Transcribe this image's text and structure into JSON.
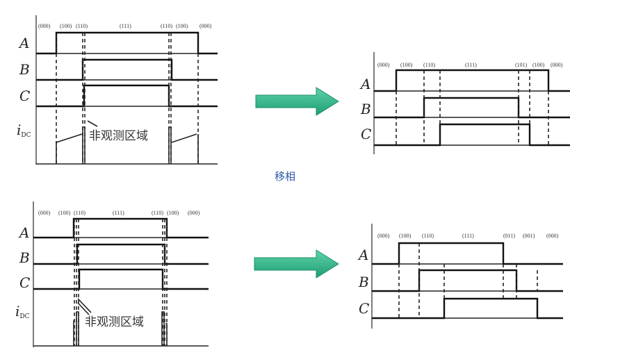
{
  "top_left": {
    "signals": [
      "A",
      "B",
      "C"
    ],
    "current_label": "i",
    "current_sub": "DC",
    "states": [
      "(000)",
      "(100)",
      "(110)",
      "(111)",
      "(110)",
      "(100)",
      "(000)"
    ],
    "annotation": "非观测区域"
  },
  "top_right": {
    "signals": [
      "A",
      "B",
      "C"
    ],
    "states": [
      "(000)",
      "(100)",
      "(110)",
      "(111)",
      "(101)",
      "(100)",
      "(000)"
    ]
  },
  "bottom_left": {
    "signals": [
      "A",
      "B",
      "C"
    ],
    "current_label": "i",
    "current_sub": "DC",
    "states": [
      "(000)",
      "(100)",
      "(110)",
      "(111)",
      "(110)",
      "(100)",
      "(000)"
    ],
    "annotation": "非观测区域"
  },
  "bottom_right": {
    "signals": [
      "A",
      "B",
      "C"
    ],
    "states": [
      "(000)",
      "(100)",
      "(110)",
      "(111)",
      "(011)",
      "(001)",
      "(000)"
    ]
  },
  "caption": "移相",
  "colors": {
    "arrow": "#2fb98c",
    "caption": "#2a5aa8"
  }
}
